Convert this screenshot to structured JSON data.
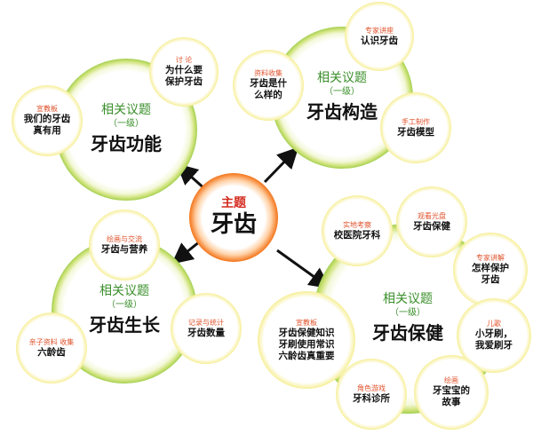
{
  "theme": {
    "label": "主题",
    "title": "牙齿"
  },
  "topics": [
    {
      "label": "相关议题",
      "level": "（一级）",
      "title": "牙齿功能",
      "activities": [
        {
          "category": "讨 论",
          "text": "为什么要\n保护牙齿"
        },
        {
          "category": "宣教板",
          "text": "我们的牙齿\n真有用"
        }
      ]
    },
    {
      "label": "相关议题",
      "level": "（一级）",
      "title": "牙齿构造",
      "activities": [
        {
          "category": "专家讲座",
          "text": "认识牙齿"
        },
        {
          "category": "资料收集",
          "text": "牙齿是什\n么样的"
        },
        {
          "category": "手工制作",
          "text": "牙齿模型"
        }
      ]
    },
    {
      "label": "相关议题",
      "level": "（一级）",
      "title": "牙齿生长",
      "activities": [
        {
          "category": "绘画与交流",
          "text": "牙齿与营养"
        },
        {
          "category": "记录与统计",
          "text": "牙齿数量"
        },
        {
          "category": "亲子资料\n收集",
          "text": "六龄齿"
        }
      ]
    },
    {
      "label": "相关议题",
      "level": "（一级）",
      "title": "牙齿保健",
      "activities": [
        {
          "category": "实地考察",
          "text": "校医院牙科"
        },
        {
          "category": "观看光盘",
          "text": "牙齿保健"
        },
        {
          "category": "专家讲解",
          "text": "怎样保护\n牙齿"
        },
        {
          "category": "儿歌",
          "text": "小牙刷，\n我爱刷牙"
        },
        {
          "category": "绘画",
          "text": "牙宝宝的\n故事"
        },
        {
          "category": "角色游戏",
          "text": "牙科诊所"
        },
        {
          "category": "宣教板",
          "text": "牙齿保健知识\n牙刷使用常识\n六龄齿真重要"
        }
      ]
    }
  ],
  "colors": {
    "ring": "#8ec63f",
    "bubble": "#e8d24a",
    "theme": "#e2361f",
    "category_text": "#e0522b",
    "label_text": "#3a8f2a"
  }
}
